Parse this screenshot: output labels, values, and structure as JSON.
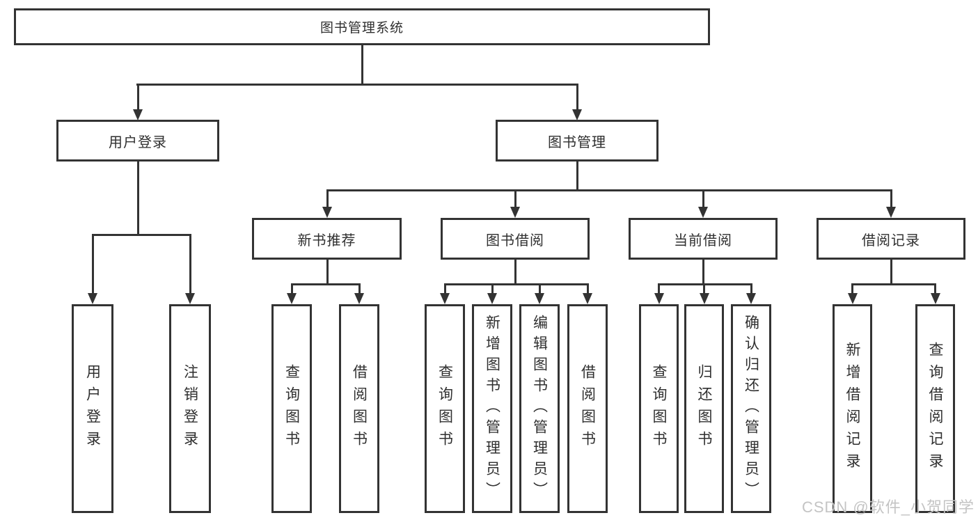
{
  "nodes": {
    "root": "图书管理系统",
    "user_login": "用户登录",
    "book_mgmt": "图书管理",
    "new_books": "新书推荐",
    "book_borrow": "图书借阅",
    "current_borrow": "当前借阅",
    "borrow_records": "借阅记录",
    "leaf_user_login": "用户登录",
    "leaf_logout": "注销登录",
    "nb_query_books": "查询图书",
    "nb_borrow_books": "借阅图书",
    "bb_query_books": "查询图书",
    "bb_add_books": "新增图书（管理员）",
    "bb_edit_books": "编辑图书（管理员）",
    "bb_borrow_books": "借阅图书",
    "cb_query_books": "查询图书",
    "cb_return_books": "归还图书",
    "cb_confirm_return": "确认归还（管理员）",
    "br_add_record": "新增借阅记录",
    "br_query_record": "查询借阅记录"
  },
  "watermark": "CSDN @软件_小贺同学",
  "colors": {
    "line": "#333333",
    "text": "#2f2f2f",
    "watermark": "#c4c4c4",
    "background": "#ffffff"
  }
}
